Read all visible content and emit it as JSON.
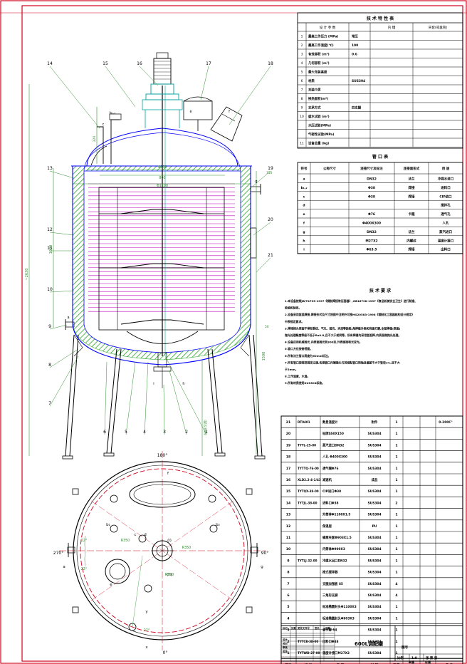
{
  "colors": {
    "frame": "#d0021b",
    "vessel": "#0000ff",
    "dims": "#2f8f2f",
    "jacket_hatch": "#2fa52f",
    "coil": "#c000c0",
    "mech": "#00a0a0",
    "ink": "#000000"
  },
  "title_block": {
    "name": "600L调配罐",
    "sheet_label": "图号",
    "scale_label": "比例",
    "scale": "1:8",
    "sheets": "张 第 张"
  },
  "spec_table": {
    "title": "技 术 特 性 表",
    "headers": [
      "设 计 参 数",
      "内 罐",
      "夹套(或盘管)"
    ],
    "rows": [
      {
        "no": "1",
        "name": "最高工作压力 (MPa)",
        "v1": "常压"
      },
      {
        "no": "2",
        "name": "最高工作温度(℃)",
        "v1": "100"
      },
      {
        "no": "3",
        "name": "有效容积 (m³)",
        "v1": "0.6"
      },
      {
        "no": "4",
        "name": "几何容积 (m³)",
        "v1": ""
      },
      {
        "no": "5",
        "name": "最大充装高度",
        "v1": ""
      },
      {
        "no": "6",
        "name": "材质",
        "v1": "SUS304"
      },
      {
        "no": "7",
        "name": "充装介质",
        "v1": ""
      },
      {
        "no": "8",
        "name": "换热面积(m²)",
        "v1": ""
      },
      {
        "no": "9",
        "name": "支承方式",
        "v1": "四支腿"
      },
      {
        "no": "10",
        "name": "盛水试验 (m³)",
        "v1": ""
      },
      {
        "no": "",
        "name": "水压试验(MPa)",
        "v1": ""
      },
      {
        "no": "",
        "name": "气密性试验(MPa)",
        "v1": ""
      },
      {
        "no": "11",
        "name": "设备总重 (kg)",
        "v1": ""
      }
    ]
  },
  "nozzle_table": {
    "title": "管 口 表",
    "headers": [
      "符号",
      "公称尺寸",
      "连接尺寸及标注",
      "连接面形式",
      "用 途"
    ],
    "rows": [
      {
        "sym": "a",
        "size": "",
        "conn": "DN32",
        "face": "法兰",
        "use": "冷媒水进口"
      },
      {
        "sym": "b₁,₂",
        "size": "",
        "conn": "Φ38",
        "face": "焊接",
        "use": "进料口"
      },
      {
        "sym": "c",
        "size": "",
        "conn": "Φ38",
        "face": "焊接",
        "use": "CIP进口"
      },
      {
        "sym": "d",
        "size": "",
        "conn": "",
        "face": "",
        "use": "搅拌孔"
      },
      {
        "sym": "e",
        "size": "",
        "conn": "Φ76",
        "face": "卡箍",
        "use": "透气孔"
      },
      {
        "sym": "f",
        "size": "",
        "conn": "Φ400X300",
        "face": "",
        "use": "人孔"
      },
      {
        "sym": "g",
        "size": "",
        "conn": "DN32",
        "face": "法兰",
        "use": "蒸汽进口"
      },
      {
        "sym": "h",
        "size": "",
        "conn": "M27X2",
        "face": "内螺纹",
        "use": "温度计接口"
      },
      {
        "sym": "i",
        "size": "",
        "conn": "Φ63.5",
        "face": "焊接",
        "use": "出料口"
      }
    ]
  },
  "tech_req": {
    "title": "技 术 要 求",
    "lines": [
      "1.本设备按照JB/T4735-1997《钢制焊接常压容器》,GB16798-1997《食品机械安全卫生》进行制造、",
      "   检验和验收。",
      "2.设备采用氩弧焊接,焊接形式及尺寸按图中注明外可按HG20583-1998《钢制化工容器结构设计规定》",
      "   中表规定要求。",
      "3.焊接接头表面不得有裂纹、气孔、弧坑、夹渣等缺陷,角焊缝外角和背面打磨,全部焊缝(表面)",
      "   抛光处理精度等级不低于Ra0.8,且不大于或同等。所有焊缝均采用氩弧焊,内表面做抛光处理。",
      "4.设备应用机械抛光,内表面抛光到300目,外表面抛哑光亚光。",
      "5.管口方位按俯视图。",
      "6.所有法兰管口高度为50mm标注。",
      "7.所有管口按规范规定过渡,各接管口内端插头与其相贴管口同轴且偏差不大于管径1%,且不大",
      "   于2mm。",
      "8.工作温度、水温。",
      "9.所有材质使用SUS304标准。"
    ]
  },
  "bom": {
    "headers": [
      "序号",
      "代 号",
      "名 称",
      "材 料",
      "数量",
      "单重",
      "总重",
      "备 注"
    ],
    "weight_label": "重量(kg)",
    "rows": [
      {
        "no": "21",
        "code": "DT9401",
        "name": "数显温度计",
        "mat": "附件",
        "qty": "1",
        "note": "0-200C°"
      },
      {
        "no": "20",
        "code": "",
        "name": "标牌SS0X150",
        "mat": "SUS304",
        "qty": "1",
        "note": ""
      },
      {
        "no": "19",
        "code": "TYTL-25-00",
        "name": "蒸汽进口DN32",
        "mat": "SUS304",
        "qty": "1",
        "note": ""
      },
      {
        "no": "18",
        "code": "",
        "name": "人孔 Φ400X300",
        "mat": "SUS304",
        "qty": "1",
        "note": ""
      },
      {
        "no": "17",
        "code": "TYTTQ-76-00",
        "name": "透气帽Φ76",
        "mat": "SUS304",
        "qty": "1",
        "note": ""
      },
      {
        "no": "16",
        "code": "XLD2.2-4-1/43",
        "name": "减速机",
        "mat": "成品",
        "qty": "1",
        "note": ""
      },
      {
        "no": "15",
        "code": "TYTQX-38-00",
        "name": "CIP进口Φ38",
        "mat": "SUS304",
        "qty": "1",
        "note": ""
      },
      {
        "no": "14",
        "code": "TYTJL-38-00",
        "name": "进料口Φ38",
        "mat": "SUS304",
        "qty": "2",
        "note": ""
      },
      {
        "no": "13",
        "code": "",
        "name": "外筒体Φ1100X1.5",
        "mat": "SUS304",
        "qty": "1",
        "note": ""
      },
      {
        "no": "12",
        "code": "",
        "name": "保温层",
        "mat": "PU",
        "qty": "1",
        "note": ""
      },
      {
        "no": "11",
        "code": "",
        "name": "蜂窝夹套Φ903X1.5",
        "mat": "SUS304",
        "qty": "1",
        "note": ""
      },
      {
        "no": "10",
        "code": "",
        "name": "内筒体Φ900X3",
        "mat": "SUS304",
        "qty": "1",
        "note": ""
      },
      {
        "no": "9",
        "code": "TYTLJ-32-00",
        "name": "冷媒水出口DN32",
        "mat": "SUS304",
        "qty": "1",
        "note": ""
      },
      {
        "no": "8",
        "code": "",
        "name": "推式搅拌器",
        "mat": "SUS304",
        "qty": "1",
        "note": ""
      },
      {
        "no": "7",
        "code": "",
        "name": "支腿加强板 δ5",
        "mat": "SUS304",
        "qty": "4",
        "note": ""
      },
      {
        "no": "6",
        "code": "",
        "name": "三角形支脚",
        "mat": "SUS304",
        "qty": "4",
        "note": ""
      },
      {
        "no": "5",
        "code": "",
        "name": "标准椭圆封头Φ1100X3",
        "mat": "SUS304",
        "qty": "1",
        "note": ""
      },
      {
        "no": "4",
        "code": "",
        "name": "标准椭圆封头Φ903X3",
        "mat": "SUS304",
        "qty": "1",
        "note": ""
      },
      {
        "no": "3",
        "code": "",
        "name": "调节脚 δ4",
        "mat": "SUS304",
        "qty": "1",
        "note": ""
      },
      {
        "no": "2",
        "code": "TYTCK-38-00",
        "name": "出料口Φ38",
        "mat": "SUS304",
        "qty": "1",
        "note": ""
      },
      {
        "no": "1",
        "code": "TYTWD-27-00",
        "name": "温度计接口M27X2",
        "mat": "SUS304",
        "qty": "1",
        "note": ""
      }
    ]
  },
  "front_view": {
    "part_labels": [
      "14",
      "15",
      "16",
      "17",
      "18",
      "13",
      "19",
      "12",
      "20",
      "11",
      "21",
      "10",
      "9",
      "8",
      "7",
      "6",
      "5",
      "4",
      "3",
      "2",
      "1"
    ],
    "nozzle_labels": [
      "b₁,₂",
      "c",
      "e",
      "f",
      "a",
      "g",
      "h",
      "i"
    ],
    "dims": {
      "d_inner": "Φ900",
      "d_mid": "800",
      "d_outer": "Φ1100",
      "h_total": "~2630",
      "h_body": "1000",
      "h_upper": "320",
      "h_leg": "1500",
      "h_foot": "600(可调)",
      "dim_150": "150",
      "dim_50": "50"
    }
  },
  "plan_view": {
    "angles": [
      "180°",
      "270°",
      "90°",
      "0°"
    ],
    "labels": [
      "f",
      "b₁",
      "b₂",
      "c",
      "d",
      "(i)",
      "e",
      "(h)",
      "a",
      "g",
      "x",
      "y"
    ],
    "dims": {
      "r1": "R350",
      "r2": "R350",
      "r3": "R350",
      "a1": "22°",
      "a2": "22°",
      "a3": "22°"
    }
  },
  "title_block_fields": [
    "标记",
    "处数",
    "更改文件号",
    "签名",
    "日期",
    "设计",
    "校对",
    "审核",
    "批准"
  ]
}
